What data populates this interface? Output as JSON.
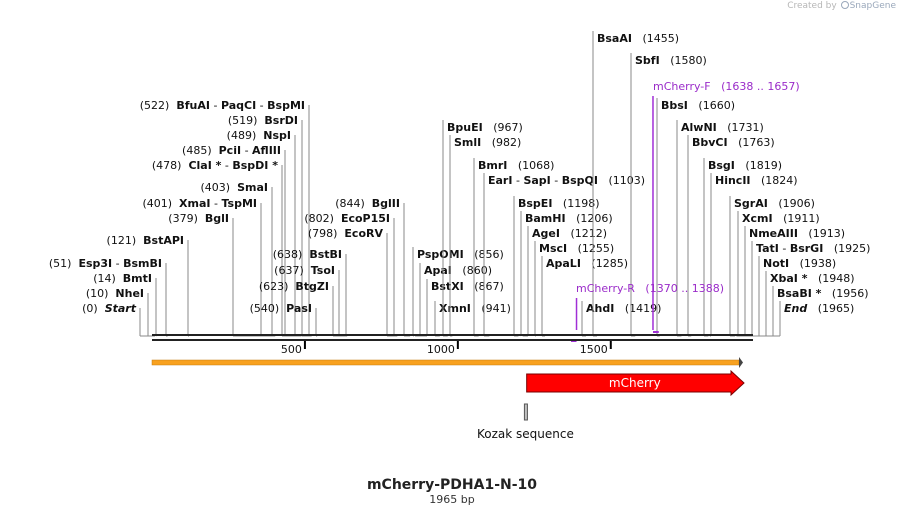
{
  "app": {
    "created_by": "Created by",
    "brand": "SnapGene"
  },
  "plasmid": {
    "name": "mCherry-PDHA1-N-10",
    "size_label": "1965 bp",
    "length": 1965
  },
  "ticks": [
    {
      "pos": 500,
      "label": "500"
    },
    {
      "pos": 1000,
      "label": "1000"
    },
    {
      "pos": 1500,
      "label": "1500"
    }
  ],
  "sites": [
    {
      "pos": 0,
      "prefix": "(0)",
      "parts": [
        {
          "text": "Start",
          "bold": true,
          "italic": true
        }
      ]
    },
    {
      "pos": 10,
      "prefix": "(10)",
      "parts": [
        {
          "text": "NheI",
          "bold": true
        }
      ]
    },
    {
      "pos": 14,
      "prefix": "(14)",
      "parts": [
        {
          "text": "BmtI",
          "bold": true
        }
      ]
    },
    {
      "pos": 51,
      "prefix": "(51)",
      "parts": [
        {
          "text": "Esp3I",
          "bold": true
        },
        {
          "text": " - "
        },
        {
          "text": "BsmBI",
          "bold": true
        }
      ]
    },
    {
      "pos": 121,
      "prefix": "(121)",
      "parts": [
        {
          "text": "BstAPI",
          "bold": true
        }
      ]
    },
    {
      "pos": 379,
      "prefix": "(379)",
      "parts": [
        {
          "text": "BglI",
          "bold": true
        }
      ]
    },
    {
      "pos": 401,
      "prefix": "(401)",
      "parts": [
        {
          "text": "XmaI",
          "bold": true
        },
        {
          "text": " - "
        },
        {
          "text": "TspMI",
          "bold": true
        }
      ]
    },
    {
      "pos": 403,
      "prefix": "(403)",
      "parts": [
        {
          "text": "SmaI",
          "bold": true
        }
      ]
    },
    {
      "pos": 478,
      "prefix": "(478)",
      "parts": [
        {
          "text": "ClaI *",
          "bold": true
        },
        {
          "text": " - "
        },
        {
          "text": "BspDI *",
          "bold": true
        }
      ]
    },
    {
      "pos": 485,
      "prefix": "(485)",
      "parts": [
        {
          "text": "PciI",
          "bold": true
        },
        {
          "text": " - "
        },
        {
          "text": "AflIII",
          "bold": true
        }
      ]
    },
    {
      "pos": 489,
      "prefix": "(489)",
      "parts": [
        {
          "text": "NspI",
          "bold": true
        }
      ]
    },
    {
      "pos": 519,
      "prefix": "(519)",
      "parts": [
        {
          "text": "BsrDI",
          "bold": true
        }
      ]
    },
    {
      "pos": 522,
      "prefix": "(522)",
      "parts": [
        {
          "text": "BfuAI",
          "bold": true
        },
        {
          "text": " - "
        },
        {
          "text": "PaqCI",
          "bold": true
        },
        {
          "text": " - "
        },
        {
          "text": "BspMI",
          "bold": true
        }
      ]
    },
    {
      "pos": 540,
      "prefix": "(540)",
      "parts": [
        {
          "text": "PasI",
          "bold": true
        }
      ]
    },
    {
      "pos": 623,
      "prefix": "(623)",
      "parts": [
        {
          "text": "BtgZI",
          "bold": true
        }
      ]
    },
    {
      "pos": 637,
      "prefix": "(637)",
      "parts": [
        {
          "text": "TsoI",
          "bold": true
        }
      ]
    },
    {
      "pos": 638,
      "prefix": "(638)",
      "parts": [
        {
          "text": "BstBI",
          "bold": true
        }
      ]
    },
    {
      "pos": 798,
      "prefix": "(798)",
      "parts": [
        {
          "text": "EcoRV",
          "bold": true
        }
      ]
    },
    {
      "pos": 802,
      "prefix": "(802)",
      "parts": [
        {
          "text": "EcoP15I",
          "bold": true
        }
      ]
    },
    {
      "pos": 844,
      "prefix": "(844)",
      "parts": [
        {
          "text": "BglII",
          "bold": true
        }
      ]
    },
    {
      "pos": 941,
      "suffix": "(941)",
      "parts": [
        {
          "text": "XmnI",
          "bold": true
        }
      ]
    },
    {
      "pos": 867,
      "suffix": "(867)",
      "parts": [
        {
          "text": "BstXI",
          "bold": true
        }
      ]
    },
    {
      "pos": 860,
      "suffix": "(860)",
      "parts": [
        {
          "text": "ApaI",
          "bold": true
        }
      ]
    },
    {
      "pos": 856,
      "suffix": "(856)",
      "parts": [
        {
          "text": "PspOMI",
          "bold": true
        }
      ]
    },
    {
      "pos": 982,
      "suffix": "(982)",
      "parts": [
        {
          "text": "SmlI",
          "bold": true
        }
      ]
    },
    {
      "pos": 967,
      "suffix": "(967)",
      "parts": [
        {
          "text": "BpuEI",
          "bold": true
        }
      ]
    },
    {
      "pos": 1068,
      "suffix": "(1068)",
      "parts": [
        {
          "text": "BmrI",
          "bold": true
        }
      ]
    },
    {
      "pos": 1103,
      "suffix": "(1103)",
      "parts": [
        {
          "text": "EarI",
          "bold": true
        },
        {
          "text": " - "
        },
        {
          "text": "SapI",
          "bold": true
        },
        {
          "text": " - "
        },
        {
          "text": "BspQI",
          "bold": true
        }
      ]
    },
    {
      "pos": 1198,
      "suffix": "(1198)",
      "parts": [
        {
          "text": "BspEI",
          "bold": true
        }
      ]
    },
    {
      "pos": 1206,
      "suffix": "(1206)",
      "parts": [
        {
          "text": "BamHI",
          "bold": true
        }
      ]
    },
    {
      "pos": 1212,
      "suffix": "(1212)",
      "parts": [
        {
          "text": "AgeI",
          "bold": true
        }
      ]
    },
    {
      "pos": 1255,
      "suffix": "(1255)",
      "parts": [
        {
          "text": "MscI",
          "bold": true
        }
      ]
    },
    {
      "pos": 1285,
      "suffix": "(1285)",
      "parts": [
        {
          "text": "ApaLI",
          "bold": true
        }
      ]
    },
    {
      "pos": 1419,
      "suffix": "(1419)",
      "parts": [
        {
          "text": "AhdI",
          "bold": true
        }
      ]
    },
    {
      "pos": 1455,
      "suffix": "(1455)",
      "parts": [
        {
          "text": "BsaAI",
          "bold": true
        }
      ]
    },
    {
      "pos": 1580,
      "suffix": "(1580)",
      "parts": [
        {
          "text": "SbfI",
          "bold": true
        }
      ]
    },
    {
      "pos": 1660,
      "suffix": "(1660)",
      "parts": [
        {
          "text": "BbsI",
          "bold": true
        }
      ]
    },
    {
      "pos": 1731,
      "suffix": "(1731)",
      "parts": [
        {
          "text": "AlwNI",
          "bold": true
        }
      ]
    },
    {
      "pos": 1763,
      "suffix": "(1763)",
      "parts": [
        {
          "text": "BbvCI",
          "bold": true
        }
      ]
    },
    {
      "pos": 1819,
      "suffix": "(1819)",
      "parts": [
        {
          "text": "BsgI",
          "bold": true
        }
      ]
    },
    {
      "pos": 1824,
      "suffix": "(1824)",
      "parts": [
        {
          "text": "HincII",
          "bold": true
        }
      ]
    },
    {
      "pos": 1906,
      "suffix": "(1906)",
      "parts": [
        {
          "text": "SgrAI",
          "bold": true
        }
      ]
    },
    {
      "pos": 1911,
      "suffix": "(1911)",
      "parts": [
        {
          "text": "XcmI",
          "bold": true
        }
      ]
    },
    {
      "pos": 1913,
      "suffix": "(1913)",
      "parts": [
        {
          "text": "NmeAIII",
          "bold": true
        }
      ]
    },
    {
      "pos": 1925,
      "suffix": "(1925)",
      "parts": [
        {
          "text": "TatI",
          "bold": true
        },
        {
          "text": " - "
        },
        {
          "text": "BsrGI",
          "bold": true
        }
      ]
    },
    {
      "pos": 1938,
      "suffix": "(1938)",
      "parts": [
        {
          "text": "NotI",
          "bold": true
        }
      ]
    },
    {
      "pos": 1948,
      "suffix": "(1948)",
      "parts": [
        {
          "text": "XbaI *",
          "bold": true
        }
      ]
    },
    {
      "pos": 1956,
      "suffix": "(1956)",
      "parts": [
        {
          "text": "BsaBI *",
          "bold": true
        }
      ]
    },
    {
      "pos": 1965,
      "suffix": "(1965)",
      "parts": [
        {
          "text": "End",
          "bold": true,
          "italic": true
        }
      ]
    }
  ],
  "primers": [
    {
      "name": "mCherry-F",
      "range": "(1638 .. 1657)",
      "start": 1638,
      "end": 1657,
      "direction": "forward"
    },
    {
      "name": "mCherry-R",
      "range": "(1370 .. 1388)",
      "start": 1370,
      "end": 1388,
      "direction": "reverse"
    }
  ],
  "features": [
    {
      "name": "mCherry",
      "start": 1225,
      "end": 1965,
      "color": "#ff0000",
      "type": "arrow"
    },
    {
      "name": "Kozak sequence",
      "start": 1216,
      "end": 1225,
      "color": "#c0c0c0",
      "type": "box"
    }
  ],
  "colors": {
    "backbone": "#222222",
    "orange": "#f8a11f",
    "primer": "#a02fd6",
    "line": "#555555"
  }
}
